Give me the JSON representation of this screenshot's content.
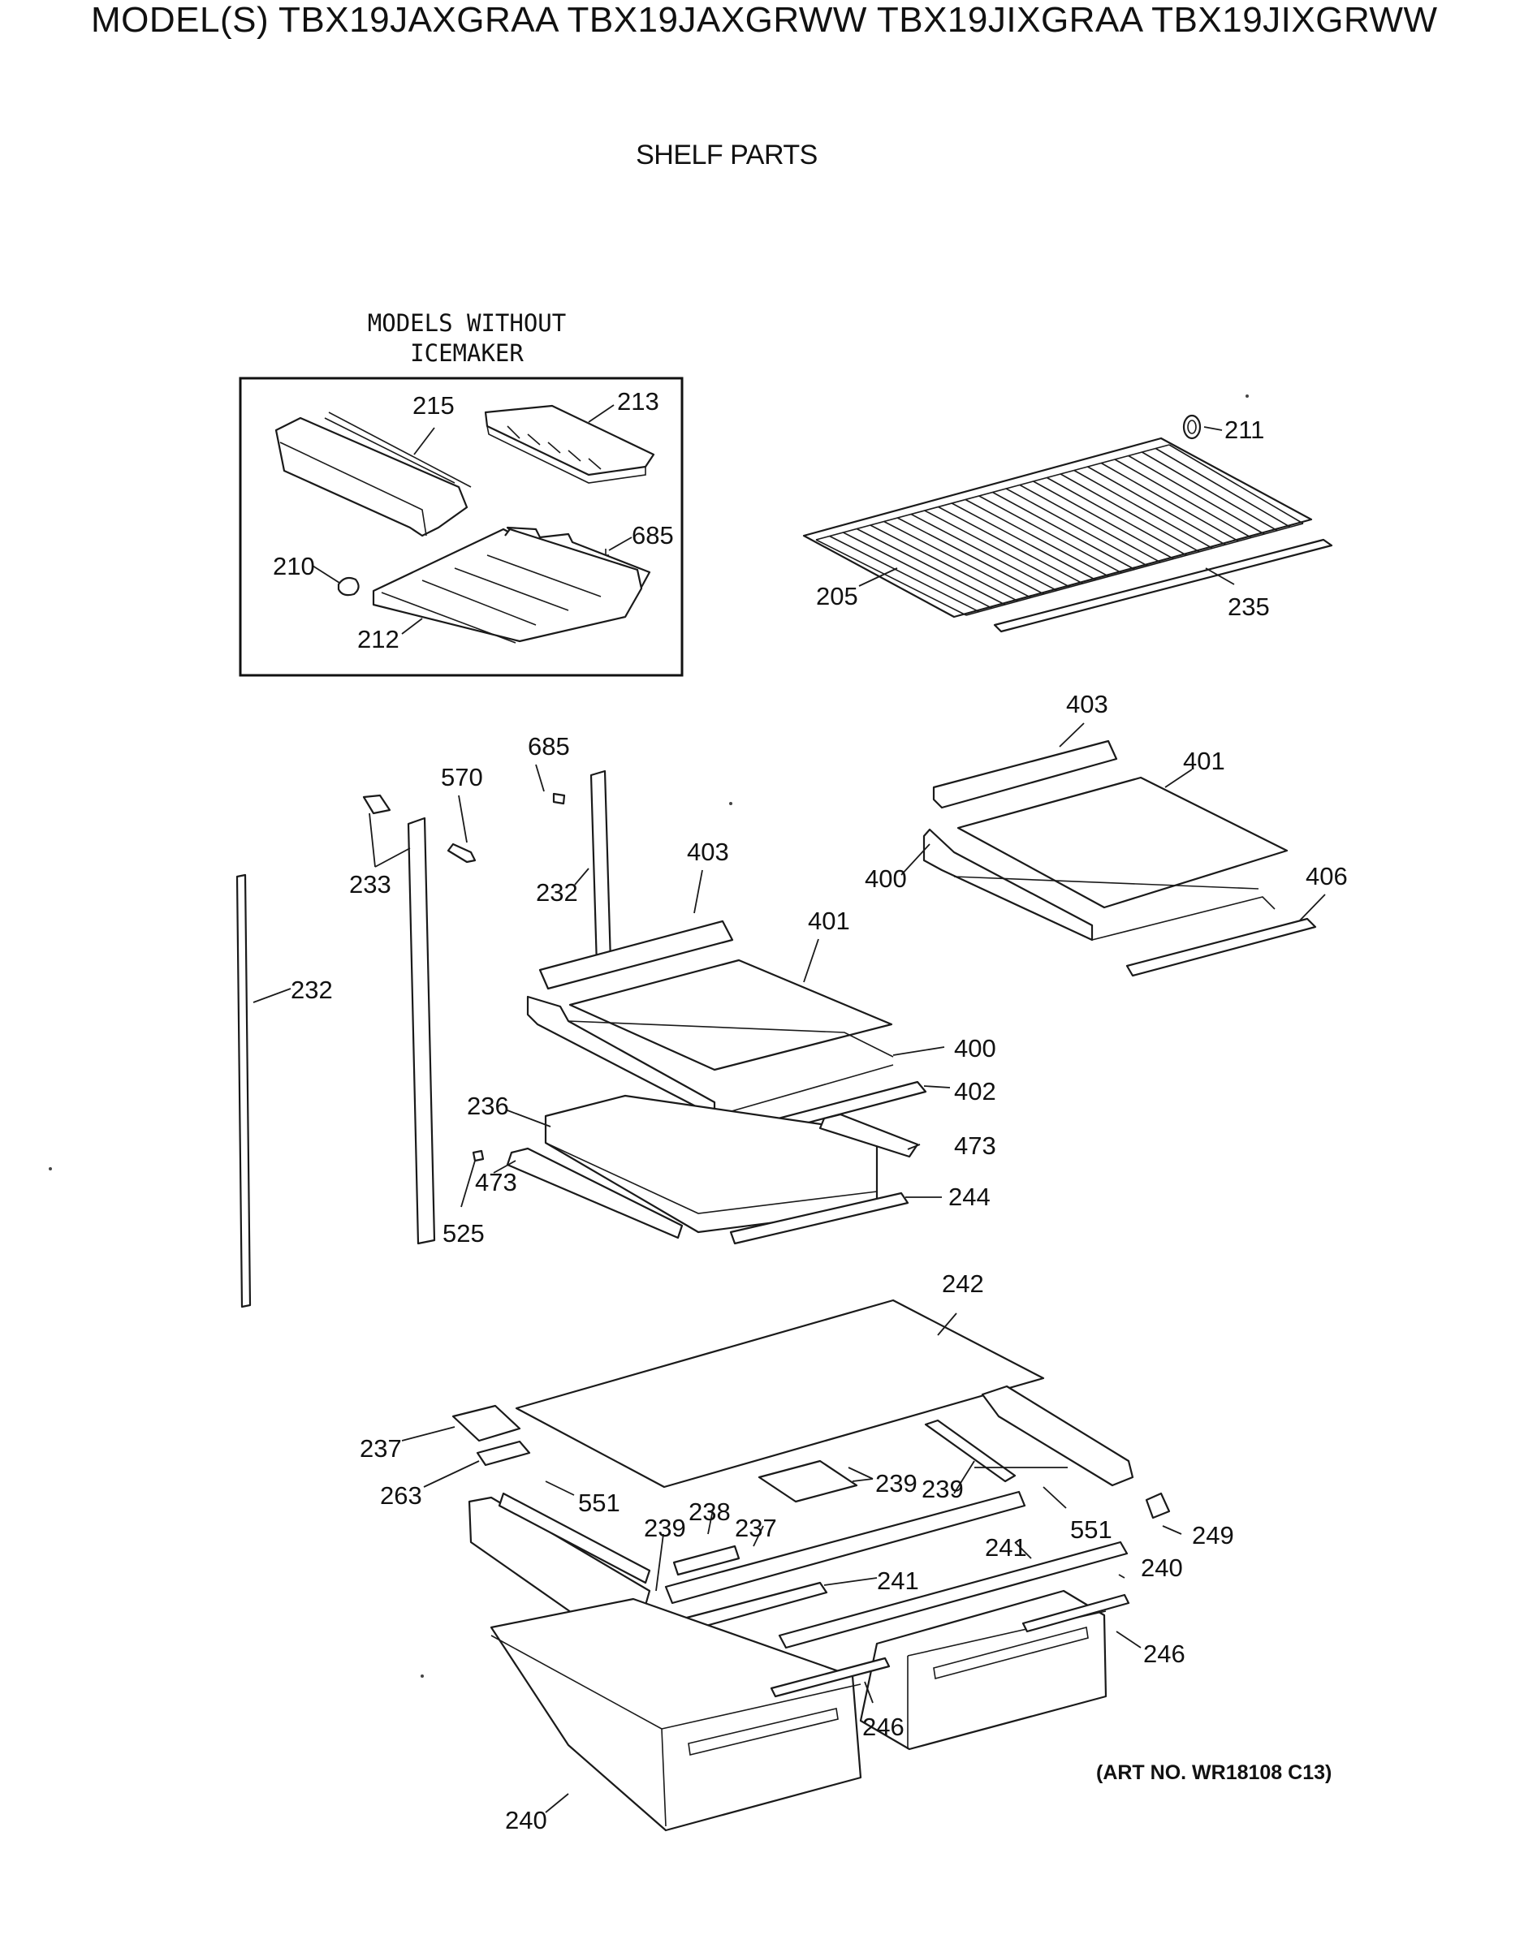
{
  "header": {
    "models": "MODEL(S) TBX19JAXGRAA  TBX19JAXGRWW  TBX19JIXGRAA  TBX19JIXGRWW",
    "section": "SHELF PARTS"
  },
  "inset": {
    "caption": "MODELS WITHOUT\nICEMAKER"
  },
  "art_number": "(ART NO. WR18108 C13)",
  "callouts": [
    {
      "id": "c-215",
      "label": "215"
    },
    {
      "id": "c-213",
      "label": "213"
    },
    {
      "id": "c-685a",
      "label": "685"
    },
    {
      "id": "c-210",
      "label": "210"
    },
    {
      "id": "c-212",
      "label": "212"
    },
    {
      "id": "c-211",
      "label": "211"
    },
    {
      "id": "c-205",
      "label": "205"
    },
    {
      "id": "c-235",
      "label": "235"
    },
    {
      "id": "c-403a",
      "label": "403"
    },
    {
      "id": "c-401a",
      "label": "401"
    },
    {
      "id": "c-400a",
      "label": "400"
    },
    {
      "id": "c-406",
      "label": "406"
    },
    {
      "id": "c-685b",
      "label": "685"
    },
    {
      "id": "c-570",
      "label": "570"
    },
    {
      "id": "c-233",
      "label": "233"
    },
    {
      "id": "c-232a",
      "label": "232"
    },
    {
      "id": "c-232b",
      "label": "232"
    },
    {
      "id": "c-403b",
      "label": "403"
    },
    {
      "id": "c-401b",
      "label": "401"
    },
    {
      "id": "c-400b",
      "label": "400"
    },
    {
      "id": "c-402",
      "label": "402"
    },
    {
      "id": "c-236",
      "label": "236"
    },
    {
      "id": "c-473a",
      "label": "473"
    },
    {
      "id": "c-473b",
      "label": "473"
    },
    {
      "id": "c-525",
      "label": "525"
    },
    {
      "id": "c-244",
      "label": "244"
    },
    {
      "id": "c-242",
      "label": "242"
    },
    {
      "id": "c-237a",
      "label": "237"
    },
    {
      "id": "c-263",
      "label": "263"
    },
    {
      "id": "c-551a",
      "label": "551"
    },
    {
      "id": "c-239a",
      "label": "239"
    },
    {
      "id": "c-239b",
      "label": "239"
    },
    {
      "id": "c-239c",
      "label": "239"
    },
    {
      "id": "c-238",
      "label": "238"
    },
    {
      "id": "c-237b",
      "label": "237"
    },
    {
      "id": "c-551b",
      "label": "551"
    },
    {
      "id": "c-249",
      "label": "249"
    },
    {
      "id": "c-241a",
      "label": "241"
    },
    {
      "id": "c-241b",
      "label": "241"
    },
    {
      "id": "c-240a",
      "label": "240"
    },
    {
      "id": "c-246a",
      "label": "246"
    },
    {
      "id": "c-246b",
      "label": "246"
    },
    {
      "id": "c-240b",
      "label": "240"
    }
  ]
}
